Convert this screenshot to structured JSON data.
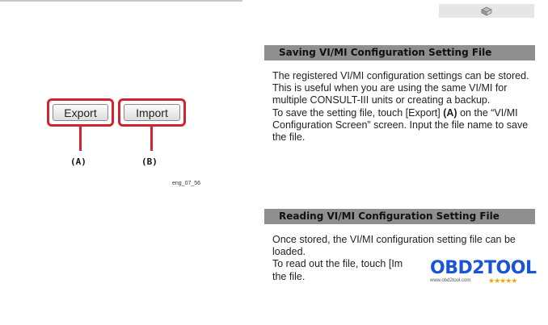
{
  "illustration": {
    "export_label": "Export",
    "import_label": "Import",
    "callout_a": "(A)",
    "callout_b": "(B)",
    "caption": "eng_07_56"
  },
  "section_saving": {
    "title": "Saving VI/MI Configuration Setting File",
    "p1": "The registered VI/MI configuration settings can be stored.",
    "p2": "This is useful when you are using the same VI/MI for multiple CONSULT-III units or creating a backup.",
    "p3_pre": "To save the setting file, touch [Export] ",
    "p3_bold": "(A)",
    "p3_post": " on the “VI/MI Configuration Screen” screen. Input the file name to save the file."
  },
  "section_reading": {
    "title": "Reading VI/MI Configuration Setting File",
    "p1": "Once stored, the VI/MI configuration setting file can be loaded.",
    "p2": "To read out the file, touch [Im",
    "p3": "the file."
  },
  "watermark": {
    "brand": "OBD2TOOL",
    "url": "www.obd2tool.com",
    "stars": "★★★★★"
  },
  "colors": {
    "callout_red": "#d2232f",
    "header_gray": "#8f8f8f",
    "brand_blue": "#1a55d6"
  }
}
